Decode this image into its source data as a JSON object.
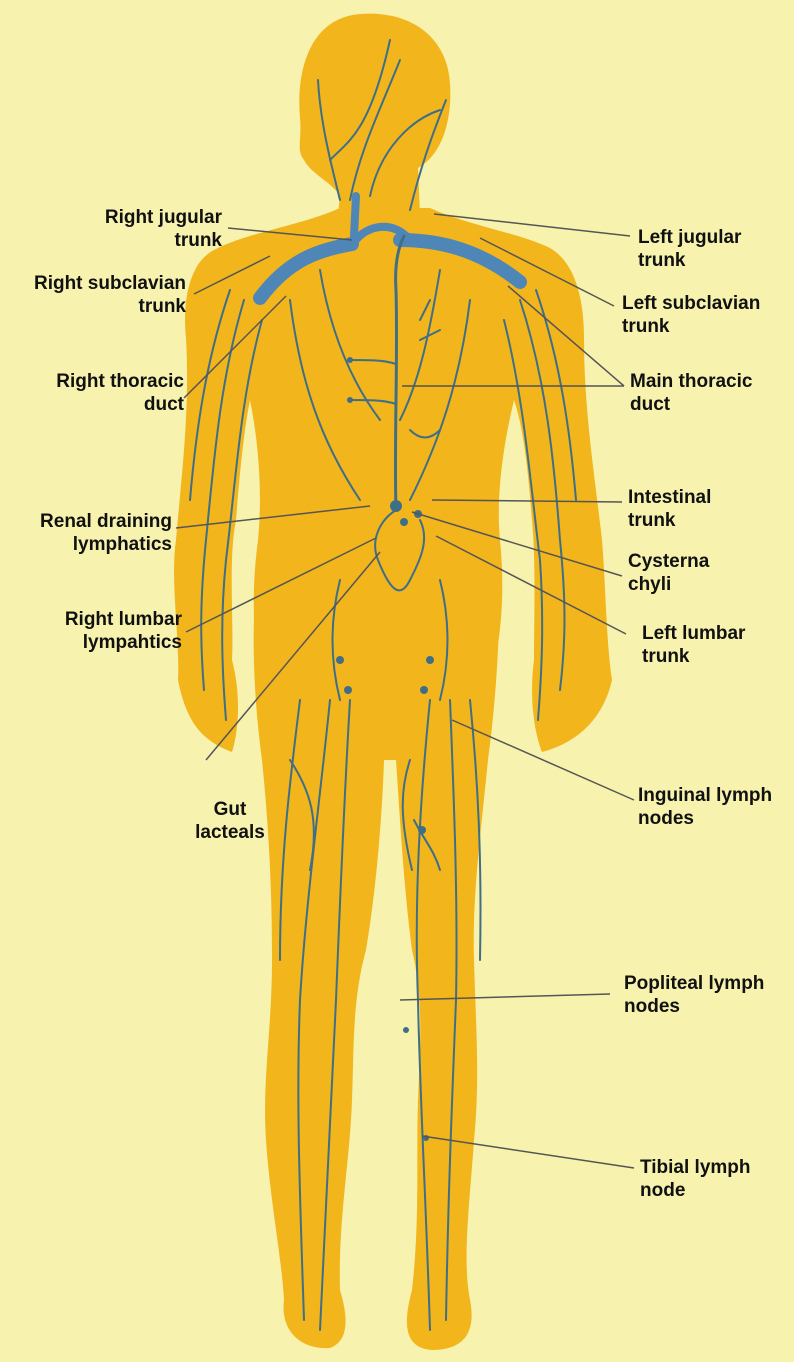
{
  "colors": {
    "background": "#f7f2ae",
    "body": "#f2b51c",
    "lymphatics": "#3f6f86",
    "main_duct_veins": "#4f86b8",
    "leader_line": "#555555"
  },
  "labels": {
    "right_jugular_trunk": [
      "Right jugular",
      "trunk"
    ],
    "right_subclavian_trunk": [
      "Right subclavian",
      "trunk"
    ],
    "right_thoracic_duct": [
      "Right thoracic",
      "duct"
    ],
    "renal_draining_lymphatics": [
      "Renal draining",
      "lymphatics"
    ],
    "right_lumbar_lympahtics": [
      "Right lumbar",
      "lympahtics"
    ],
    "gut_lacteals": [
      "Gut",
      "lacteals"
    ],
    "left_jugular_trunk": [
      "Left jugular",
      "trunk"
    ],
    "left_subclavian_trunk": [
      "Left subclavian",
      "trunk"
    ],
    "main_thoracic_duct": [
      "Main thoracic",
      "duct"
    ],
    "intestinal_trunk": [
      "Intestinal",
      "trunk"
    ],
    "cysterna_chyli": [
      "Cysterna",
      "chyli"
    ],
    "left_lumbar_trunk": [
      "Left lumbar",
      "trunk"
    ],
    "inguinal_lymph_nodes": [
      "Inguinal lymph",
      "nodes"
    ],
    "popliteal_lymph_nodes": [
      "Popliteal lymph",
      "nodes"
    ],
    "tibial_lymph_node": [
      "Tibial lymph",
      "node"
    ]
  }
}
